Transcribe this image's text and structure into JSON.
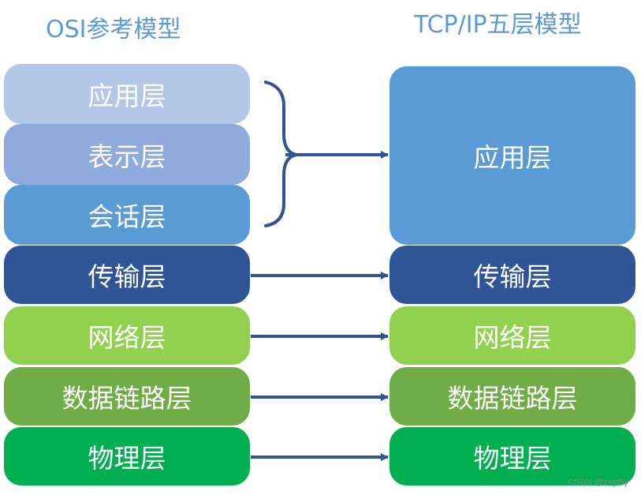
{
  "osi_model": {
    "title": "OSI参考模型",
    "layers": [
      "应用层",
      "表示层",
      "会话层",
      "传输层",
      "网络层",
      "数据链路层",
      "物理层"
    ]
  },
  "tcpip_model": {
    "title": "TCP/IP五层模型",
    "layers": [
      "应用层",
      "传输层",
      "网络层",
      "数据链路层",
      "物理层"
    ]
  },
  "colors": {
    "title": "#5b9bd5",
    "osi_application": "#b4c7e7",
    "osi_presentation": "#8faadc",
    "osi_session": "#5b9bd5",
    "tcp_application": "#5b9bd5",
    "transport": "#2f5597",
    "network": "#92d050",
    "datalink": "#70ad47",
    "physical": "#00b050",
    "arrow": "#2f5597"
  },
  "watermark": "CSDN @zxgt5y"
}
